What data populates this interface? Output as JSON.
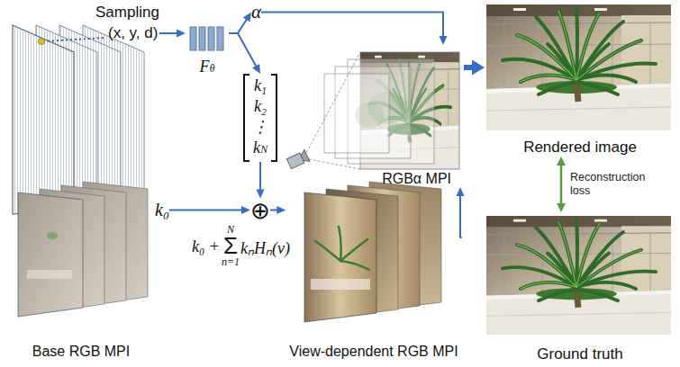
{
  "diagram": {
    "nodes": [
      {
        "text": [
          "Sampling",
          "(x, y, d)"
        ]
      },
      {
        "text": [
          "Fθ"
        ]
      },
      {
        "text": [
          "α"
        ]
      },
      {
        "text": [
          "k₁",
          "k₂",
          "⋮",
          "kN"
        ]
      },
      {
        "text": [
          "RGBα MPI"
        ]
      },
      {
        "text": [
          "Rendered image"
        ]
      },
      {
        "text": [
          "Ground truth"
        ]
      },
      {
        "text": [
          "k₀"
        ]
      },
      {
        "text": [
          "⊕"
        ]
      },
      {
        "text": [
          "View-dependent RGB MPI"
        ]
      },
      {
        "text": [
          "Base RGB MPI"
        ]
      }
    ],
    "edges": [
      {
        "from": 0,
        "to": 1,
        "arrow": "to"
      },
      {
        "from": 1,
        "to": 2,
        "arrow": "to"
      },
      {
        "from": 1,
        "to": 3,
        "arrow": "to"
      },
      {
        "from": 2,
        "to": 4,
        "arrow": "to"
      },
      {
        "from": 3,
        "to": 8,
        "arrow": "to"
      },
      {
        "from": 7,
        "to": 8,
        "arrow": "to"
      },
      {
        "from": 8,
        "to": 9,
        "arrow": "to"
      },
      {
        "from": 9,
        "to": 4,
        "arrow": "to"
      },
      {
        "from": 4,
        "to": 5,
        "arrow": "to"
      },
      {
        "from": 5,
        "to": 6,
        "arrow": "both",
        "label": "Reconstruction loss"
      }
    ],
    "labels": [
      "k₀ +",
      "N",
      "Σ",
      "n=1",
      "kₙHₙ(v)"
    ]
  }
}
